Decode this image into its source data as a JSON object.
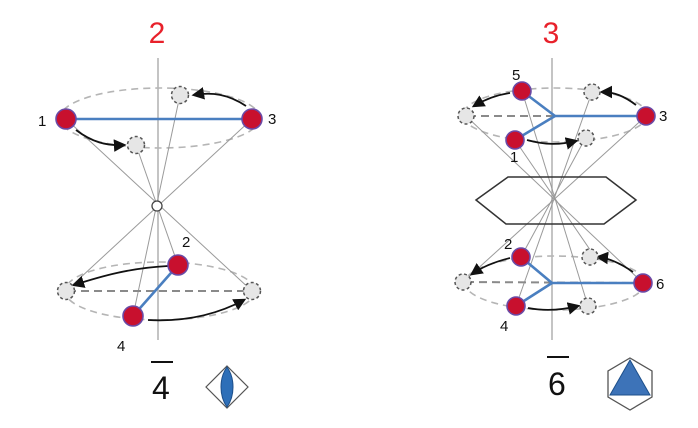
{
  "panels": [
    {
      "title": "2",
      "point_labels": [
        "1",
        "2",
        "3",
        "4"
      ],
      "operation": "4",
      "symbol_icon": "diamond-with-lens-icon",
      "colors": {
        "title": "#e8212b",
        "atom": "#c8102e",
        "bond": "#4a7fc0",
        "symbol_fill": "#2e6fb8"
      }
    },
    {
      "title": "3",
      "point_labels": [
        "1",
        "2",
        "3",
        "4",
        "5",
        "6"
      ],
      "operation": "6",
      "symbol_icon": "hexagon-with-triangle-icon",
      "colors": {
        "title": "#e8212b",
        "atom": "#c8102e",
        "bond": "#4a7fc0",
        "symbol_fill": "#3d73b8"
      }
    }
  ]
}
